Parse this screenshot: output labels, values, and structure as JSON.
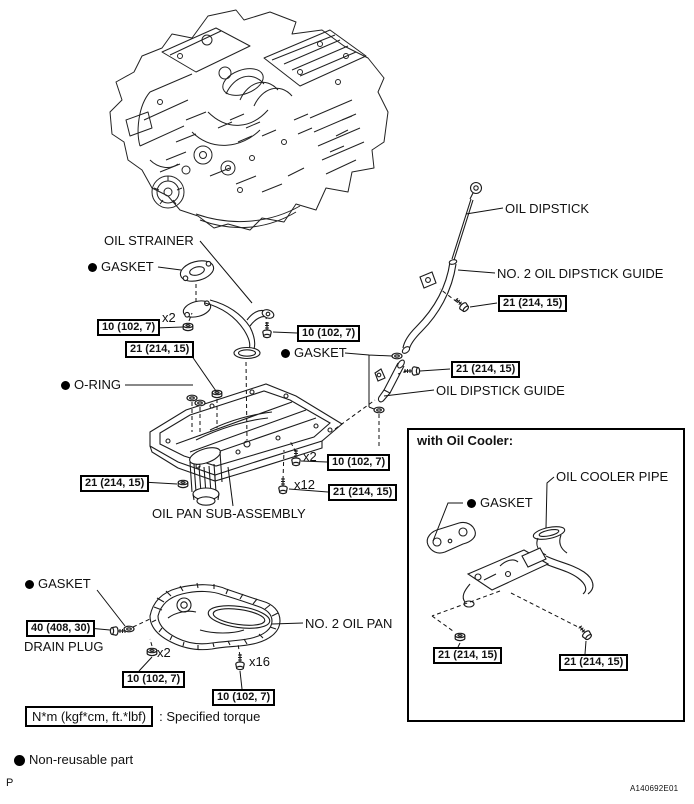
{
  "figure": {
    "code": "A140692E01",
    "page_marker": "P"
  },
  "inset": {
    "title": "with Oil Cooler:"
  },
  "labels": {
    "oil_strainer": "OIL STRAINER",
    "gasket": "GASKET",
    "o_ring": "O-RING",
    "oil_dipstick": "OIL DIPSTICK",
    "no2_oil_dipstick_guide": "NO. 2 OIL DIPSTICK GUIDE",
    "oil_dipstick_guide": "OIL DIPSTICK GUIDE",
    "oil_pan_sub_assembly": "OIL PAN SUB-ASSEMBLY",
    "no2_oil_pan": "NO. 2 OIL PAN",
    "drain_plug": "DRAIN PLUG",
    "oil_cooler_pipe": "OIL COOLER PIPE"
  },
  "torques": {
    "t10": "10 (102, 7)",
    "t21": "21 (214, 15)",
    "t40": "40 (408, 30)"
  },
  "counts": {
    "strainer_nuts": "x2",
    "pan_bolts_small": "x2",
    "pan_bolts_large": "x12",
    "no2_pan_nuts": "x2",
    "no2_pan_bolts": "x16"
  },
  "legend": {
    "torque_units": "N*m (kgf*cm, ft.*lbf)",
    "torque_note": ": Specified torque",
    "non_reusable": "Non-reusable part"
  },
  "colors": {
    "line": "#1c1c1c",
    "background": "#ffffff"
  }
}
